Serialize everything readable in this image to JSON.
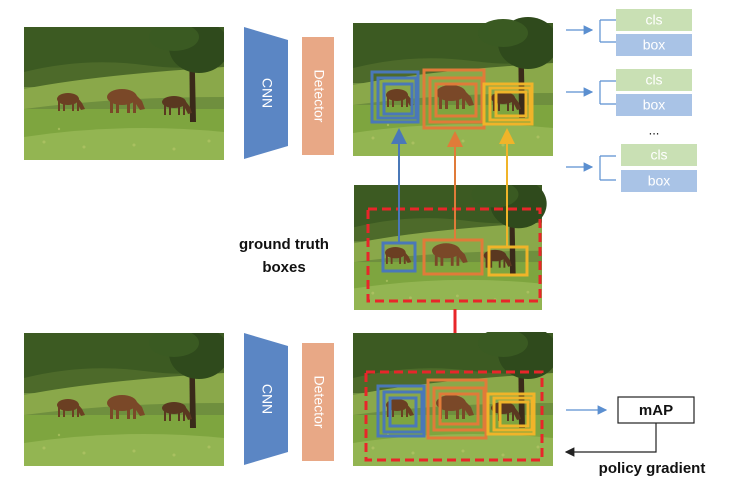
{
  "colors": {
    "cnn": "#5b86c4",
    "detector": "#e8a886",
    "cls": "#c9e0b4",
    "box": "#a9c3e6",
    "blue_box": "#4a78b8",
    "orange_box": "#e07b39",
    "yellow_box": "#f0b429",
    "red_dashed": "#e8262a",
    "arrow": "#5b8fd0"
  },
  "icons": [
    "horse-photo",
    "arrow-right-icon"
  ],
  "top_pipeline": {
    "cnn_label": "CNN",
    "detector_label": "Detector",
    "outputs": [
      {
        "cls": "cls",
        "box": "box"
      },
      {
        "cls": "cls",
        "box": "box"
      },
      {
        "cls": "cls",
        "box": "box"
      }
    ],
    "ellipsis": "..."
  },
  "ground_truth_label": [
    "ground truth",
    "boxes"
  ],
  "bottom_pipeline": {
    "cnn_label": "CNN",
    "detector_label": "Detector",
    "metric_label": "mAP",
    "gradient_label": "policy gradient"
  }
}
